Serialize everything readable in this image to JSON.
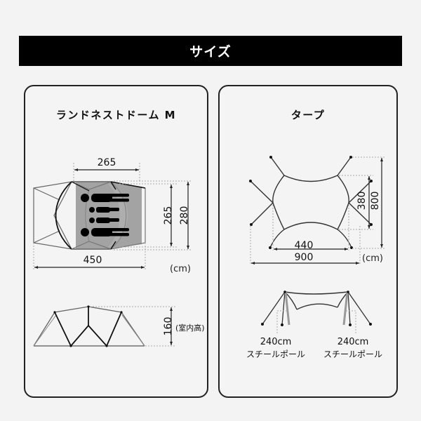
{
  "header": {
    "title": "サイズ"
  },
  "tent": {
    "title": "ランドネストドーム M",
    "plan": {
      "inner_length": "265",
      "inner_width": "265",
      "outer_width": "280",
      "total_length": "450",
      "unit": "(cm)"
    },
    "side": {
      "height": "160",
      "height_note": "(室内高)"
    }
  },
  "tarp": {
    "title": "タープ",
    "plan": {
      "inner_width": "440",
      "total_width": "900",
      "inner_depth": "380",
      "total_depth": "800",
      "unit": "(cm)"
    },
    "poles": [
      {
        "length": "240cm",
        "label": "スチールポール"
      },
      {
        "length": "240cm",
        "label": "スチールポール"
      }
    ]
  },
  "colors": {
    "header_bg": "#000000",
    "header_text": "#ffffff",
    "panel_border": "#222222",
    "page_bg": "#f3f3f3",
    "floor_gray": "#9e9e9e"
  }
}
